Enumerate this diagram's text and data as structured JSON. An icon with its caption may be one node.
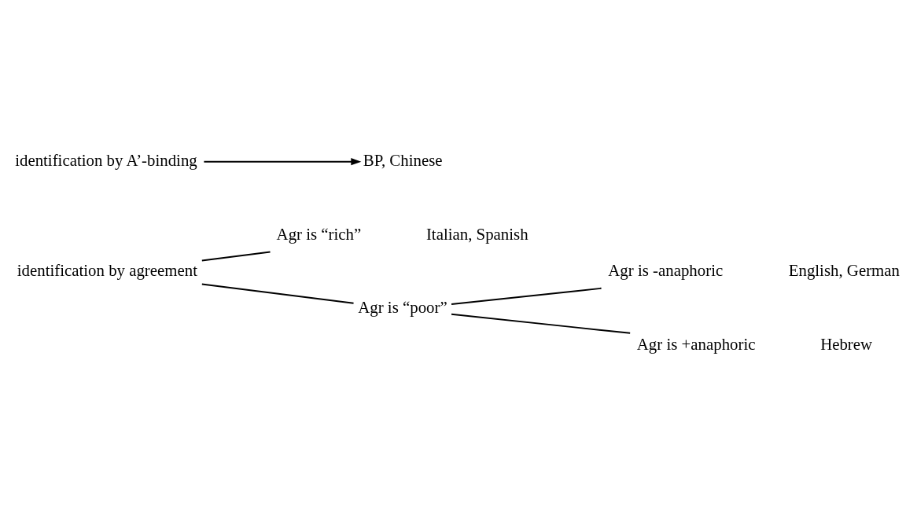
{
  "diagram": {
    "nodes": [
      {
        "text": [
          "identification by agreement"
        ]
      },
      {
        "text": [
          "Agr is “rich”"
        ],
        "beside": [
          "Italian, Spanish"
        ]
      },
      {
        "text": [
          "Agr is “poor”"
        ]
      },
      {
        "text": [
          "Agr is -anaphoric"
        ],
        "beside": [
          "English, German"
        ]
      },
      {
        "text": [
          "Agr is +anaphoric"
        ],
        "beside": [
          "Hebrew"
        ]
      },
      {
        "text": [
          "identification by A’-binding"
        ]
      },
      {
        "text": [
          "BP, Chinese"
        ]
      }
    ],
    "edges": [
      {
        "from": 0,
        "to": 1,
        "arrow": "none"
      },
      {
        "from": 0,
        "to": 2,
        "arrow": "none"
      },
      {
        "from": 2,
        "to": 3,
        "arrow": "none"
      },
      {
        "from": 2,
        "to": 4,
        "arrow": "none"
      },
      {
        "from": 5,
        "to": 6,
        "arrow": "to"
      }
    ]
  }
}
